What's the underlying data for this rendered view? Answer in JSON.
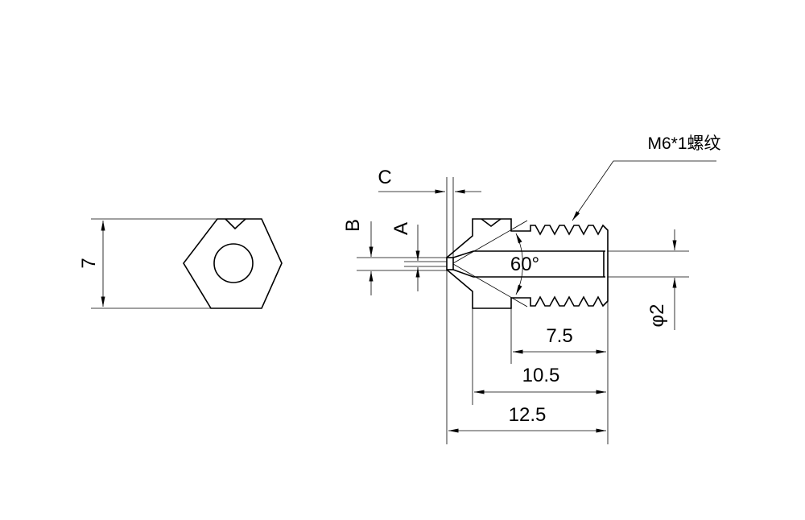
{
  "hex_view": {
    "dimension_7": "7"
  },
  "side_view": {
    "label_c": "C",
    "label_b": "B",
    "label_a": "A",
    "angle": "60°",
    "thread_note": "M6*1螺纹",
    "diameter": "φ2",
    "dim_7_5": "7.5",
    "dim_10_5": "10.5",
    "dim_12_5": "12.5"
  }
}
